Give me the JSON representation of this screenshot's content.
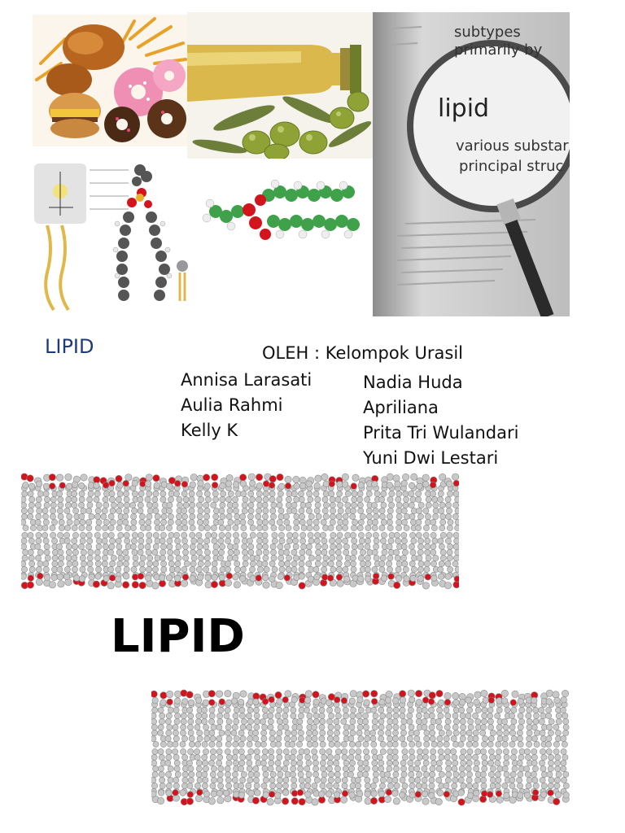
{
  "title": "LIPID",
  "group_line": "OLEH : Kelompok Urasil",
  "members_left": [
    "Annisa Larasati",
    "Aulia Rahmi",
    "Kelly K"
  ],
  "members_right": [
    "Nadia Huda",
    "Apriliana",
    "Prita Tri Wulandari",
    "Yuni Dwi Lestari"
  ],
  "big_title": "LIPID",
  "magnifier_page": {
    "line1": "subtypes",
    "line2": "primarily by",
    "lens_word": "lipid",
    "line3": "various substar",
    "line4": "principal struc"
  },
  "colors": {
    "title_blue": "#1f3a78",
    "oxygen_red": "#d4141c",
    "atom_grey": "#c8c8c8",
    "olive_green": "#8fa235",
    "oil_gold": "#d7b13a"
  }
}
